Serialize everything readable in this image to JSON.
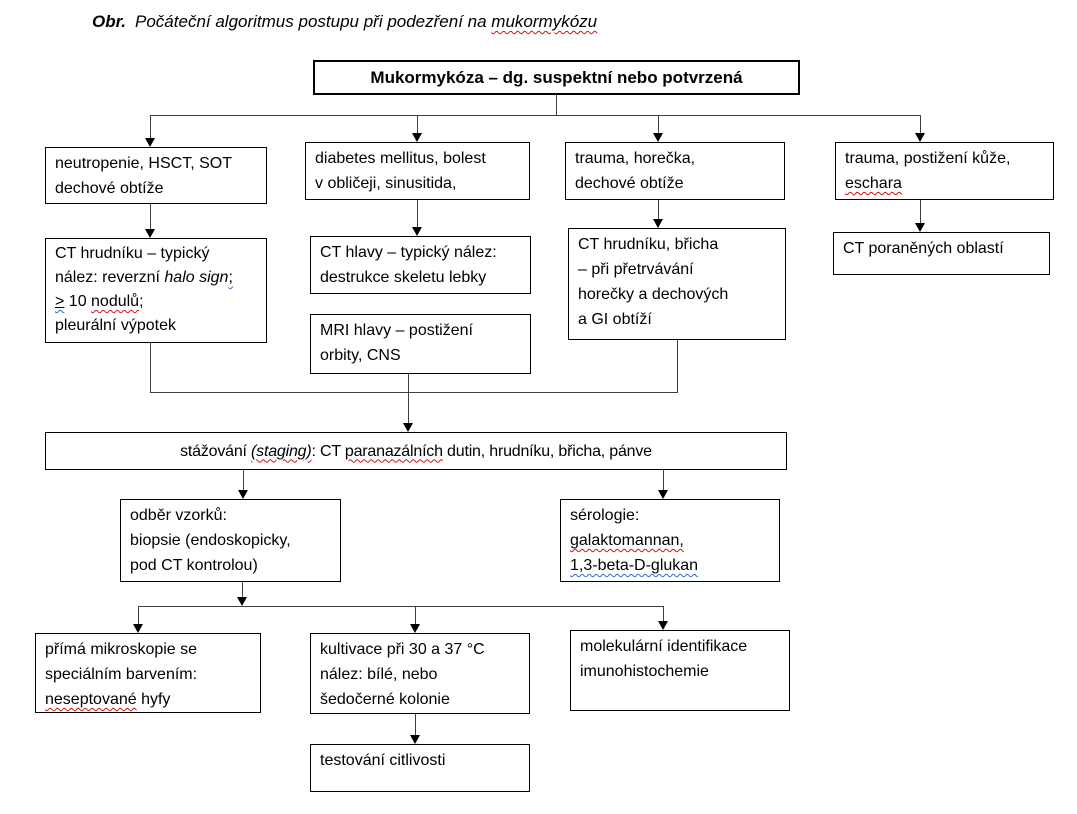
{
  "title": {
    "label": "Obr.",
    "text": "Počáteční algoritmus postupu při podezření na ",
    "misspelled_word": "mukormykózu"
  },
  "root_box": "Mukormykóza – dg. suspektní nebo potvrzená",
  "boxes": {
    "neutropenie": {
      "l1": "neutropenie, HSCT, SOT",
      "l2": "dechové obtíže"
    },
    "diabetes": {
      "l1": "diabetes mellitus, bolest",
      "l2": "v obličeji, sinusitida,"
    },
    "trauma_horecka": {
      "l1": "trauma, horečka,",
      "l2": "dechové obtíže"
    },
    "trauma_kuze": {
      "l1": "trauma, postižení kůže,",
      "l2": "eschara"
    },
    "ct_hrudniku": {
      "l1": "CT hrudníku – typický",
      "l2a": "nález: reverzní ",
      "l2b": "halo sign",
      "l2c": ";",
      "l3a": ">",
      "l3b": " 10 ",
      "l3c": "nodulů",
      "l3d": ";",
      "l4": "pleurální výpotek"
    },
    "ct_hlavy": {
      "l1": "CT hlavy – typický nález:",
      "l2": "destrukce skeletu lebky"
    },
    "mri_hlavy": {
      "l1": "MRI hlavy – postižení",
      "l2": "orbity, CNS"
    },
    "ct_hrudniku_bricha": {
      "l1": "CT hrudníku, břicha",
      "l2": "– při přetrvávání",
      "l3": "horečky a dechových",
      "l4": "a GI obtíží"
    },
    "ct_poranenych": {
      "l1": "CT poraněných oblastí"
    },
    "staging": {
      "p1": "stážování ",
      "p2": "(staging)",
      "p3": ": CT ",
      "p4": "paranazálních",
      "p5": " dutin, hrudníku, břicha, pánve"
    },
    "odber": {
      "l1": "odběr vzorků:",
      "l2": "biopsie (endoskopicky,",
      "l3": "pod CT kontrolou)"
    },
    "serologie": {
      "l1": "sérologie:",
      "l2": "galaktomannan,",
      "l3": "1,3-beta-D-glukan"
    },
    "mikroskopie": {
      "l1": "přímá mikroskopie se",
      "l2": "speciálním barvením:",
      "l3a": "neseptované",
      "l3b": " hyfy"
    },
    "kultivace": {
      "l1": "kultivace při 30 a 37 °C",
      "l2": "nález: bílé, nebo",
      "l3": "šedočerné kolonie"
    },
    "molekularni": {
      "l1": "molekulární identifikace",
      "l2": "imunohistochemie"
    },
    "testovani": {
      "l1": "testování citlivosti"
    }
  },
  "colors": {
    "box_border": "#000000",
    "connector_line": "#404040",
    "arrowhead": "#000000",
    "spellcheck_underline_red": "#cc1414",
    "grammar_underline_blue": "#2b6cd4",
    "text": "#000000",
    "background": "#ffffff"
  }
}
